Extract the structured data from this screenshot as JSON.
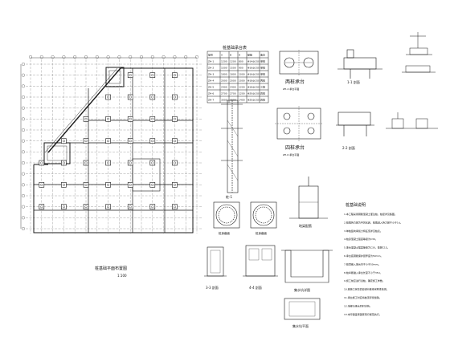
{
  "drawing": {
    "plan_title": "桩基础平面布置图",
    "plan_scale": "1:100",
    "table_title": "桩基础承台表",
    "table_headers": [
      "编号",
      "A",
      "B",
      "H",
      "配筋",
      "备注"
    ],
    "table_rows": [
      [
        "ZH-1",
        "1200",
        "1200",
        "800",
        "Φ14@150",
        "单桩"
      ],
      [
        "ZH-2",
        "1500",
        "1500",
        "900",
        "Φ16@150",
        "单桩"
      ],
      [
        "ZH-3",
        "1800",
        "1800",
        "1000",
        "Φ16@150",
        "单桩"
      ],
      [
        "ZH-4",
        "2000",
        "2000",
        "1000",
        "Φ18@150",
        "两桩"
      ],
      [
        "ZH-5",
        "2400",
        "2400",
        "1200",
        "Φ18@150",
        "三桩"
      ],
      [
        "ZH-6",
        "2700",
        "2700",
        "1200",
        "Φ20@150",
        "四桩"
      ],
      [
        "ZH-7",
        "3000",
        "3000",
        "1400",
        "Φ20@150",
        "四桩"
      ]
    ],
    "two_pile_cap": "两桩承台",
    "two_pile_sub": "ZH-4 承台平面",
    "four_pile_cap": "四桩承台",
    "four_pile_sub": "ZH-6 承台平面",
    "section_1": "1-1 剖面",
    "section_2": "2-2 剖面",
    "section_3": "3-3 剖面",
    "section_4": "4-4 剖面",
    "pile_detail": "桩-1",
    "pile_section_a": "桩身截面",
    "pile_section_b": "桩身截面",
    "tie_beam": "地梁配筋",
    "pit_section": "集水坑详图",
    "pit_plan": "集水坑平面",
    "notes_title": "桩基础说明",
    "notes": [
      "1.本工程采用钢筋混凝土灌注桩，桩径详见各图。",
      "2.桩端持力层为中风化岩，桩端进入持力层不小于1d。",
      "3.单桩竖向承载力特征值详见桩表。",
      "4.桩身混凝土强度等级为C30。",
      "5.承台混凝土强度等级为C30，垫层C15。",
      "6.承台底钢筋保护层厚度为50mm。",
      "7.桩顶嵌入承台内不小于50mm。",
      "8.桩纵筋锚入承台长度不小于35d。",
      "9.施工前应进行试桩，确定施工参数。",
      "10.桩施工完毕后应进行桩身完整性检测。",
      "11.承台施工时应将桩顶浮浆凿除。",
      "12.地梁与承台同时浇筑。",
      "13.未尽事宜按国家现行规范执行。"
    ]
  }
}
